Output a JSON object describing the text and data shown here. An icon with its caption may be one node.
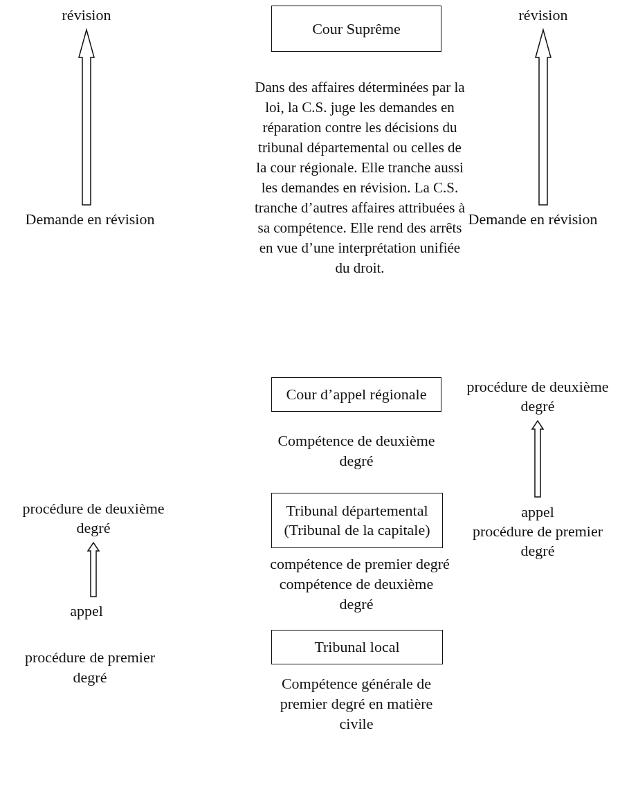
{
  "diagram": {
    "nodes": [
      {
        "text": [
          "Cour Suprême"
        ]
      },
      {
        "text": [
          "Cour d’appel régionale"
        ],
        "beside": [
          "Compétence de deuxième degré"
        ]
      },
      {
        "text": [
          "Tribunal départemental (Tribunal de la capitale)"
        ],
        "beside": [
          "compétence de premier degré",
          "compétence de deuxième degré"
        ]
      },
      {
        "text": [
          "Tribunal local"
        ],
        "beside": [
          "Compétence générale de premier degré en matière civile"
        ]
      },
      {
        "text": [
          "révision"
        ]
      },
      {
        "text": [
          "Demande en révision"
        ]
      },
      {
        "text": [
          "révision"
        ]
      },
      {
        "text": [
          "Demande en révision"
        ]
      },
      {
        "text": [
          "procédure de deuxième degré"
        ]
      },
      {
        "text": [
          "appel",
          "procédure de premier degré"
        ]
      },
      {
        "text": [
          "procédure de deuxième degré"
        ]
      },
      {
        "text": [
          "appel"
        ]
      }
    ],
    "edges": [
      {
        "from": 5,
        "to": 4,
        "arrow": "to"
      },
      {
        "from": 7,
        "to": 6,
        "arrow": "to"
      },
      {
        "from": 9,
        "to": 8,
        "arrow": "to"
      },
      {
        "from": 11,
        "to": 10,
        "arrow": "to"
      }
    ],
    "labels": [
      "Dans des affaires déterminées par la loi, la C.S. juge les demandes en réparation contre les décisions du tribunal départemental ou celles de la cour régionale. Elle tranche aussi les demandes en révision. La C.S. tranche d’autres affaires attribuées à sa compétence. Elle rend des arrêts en vue d’une interprétation unifiée du droit.",
      "procédure de premier degré"
    ]
  }
}
